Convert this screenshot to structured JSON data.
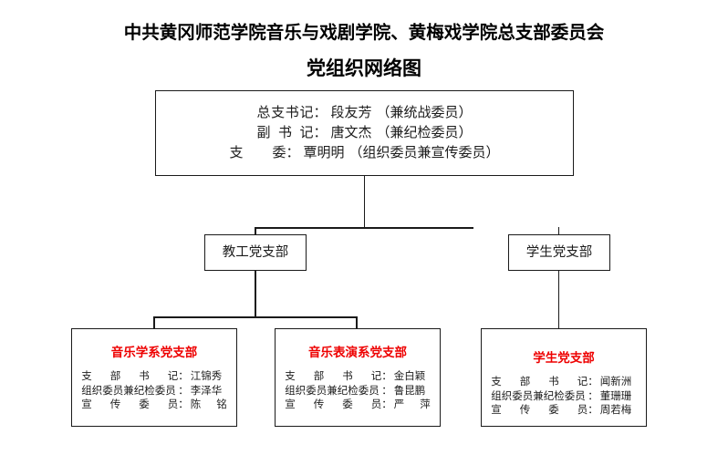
{
  "title": {
    "line1": "中共黄冈师范学院音乐与戏剧学院、黄梅戏学院总支部委员会",
    "line2": "党组织网络图"
  },
  "colors": {
    "red_accent": "#ee0000",
    "line": "#1a1a1a",
    "text": "#1c1c1c",
    "background": "#ffffff"
  },
  "committee": {
    "rows": [
      {
        "label_a": "总",
        "label_b": "支",
        "label_c": "书",
        "label_d": "记",
        "colon": "：",
        "name": "段友芳",
        "note": "（兼统战委员）"
      },
      {
        "label_a": "副",
        "label_b": "",
        "label_c": "书",
        "label_d": "记",
        "colon": "：",
        "name": "唐文杰",
        "note": "（兼纪检委员）"
      },
      {
        "label_a": "支",
        "label_b": "",
        "label_c": "",
        "label_d": "委",
        "colon": "：",
        "name": "覃明明",
        "note": "（组织委员兼宣传委员）"
      }
    ]
  },
  "branches": {
    "faculty": {
      "label": "教工党支部"
    },
    "student": {
      "label": "学生党支部"
    }
  },
  "sub_branches": [
    {
      "key": "musicology",
      "title": "音乐学系党支部",
      "rows": [
        {
          "label": [
            "支",
            "部",
            "书",
            "记"
          ],
          "colon": "：",
          "name": [
            "江锦秀"
          ]
        },
        {
          "label": [
            "组织委员兼纪检委员"
          ],
          "colon": "：",
          "name": [
            "李泽华"
          ]
        },
        {
          "label": [
            "宣",
            "传",
            "委",
            "员"
          ],
          "colon": "：",
          "name": [
            "陈",
            "铭"
          ]
        }
      ]
    },
    {
      "key": "performance",
      "title": "音乐表演系党支部",
      "rows": [
        {
          "label": [
            "支",
            "部",
            "书",
            "记"
          ],
          "colon": "：",
          "name": [
            "金白颖"
          ]
        },
        {
          "label": [
            "组织委员兼纪检委员"
          ],
          "colon": "：",
          "name": [
            "鲁昆鹏"
          ]
        },
        {
          "label": [
            "宣",
            "传",
            "委",
            "员"
          ],
          "colon": "：",
          "name": [
            "严",
            "萍"
          ]
        }
      ]
    },
    {
      "key": "student",
      "title": "学生党支部",
      "rows": [
        {
          "label": [
            "支",
            "部",
            "书",
            "记"
          ],
          "colon": "：",
          "name": [
            "闻新洲"
          ]
        },
        {
          "label": [
            "组织委员兼纪检委员"
          ],
          "colon": "：",
          "name": [
            "董珊珊"
          ]
        },
        {
          "label": [
            "宣",
            "传",
            "委",
            "员"
          ],
          "colon": "：",
          "name": [
            "周若梅"
          ]
        }
      ]
    }
  ]
}
